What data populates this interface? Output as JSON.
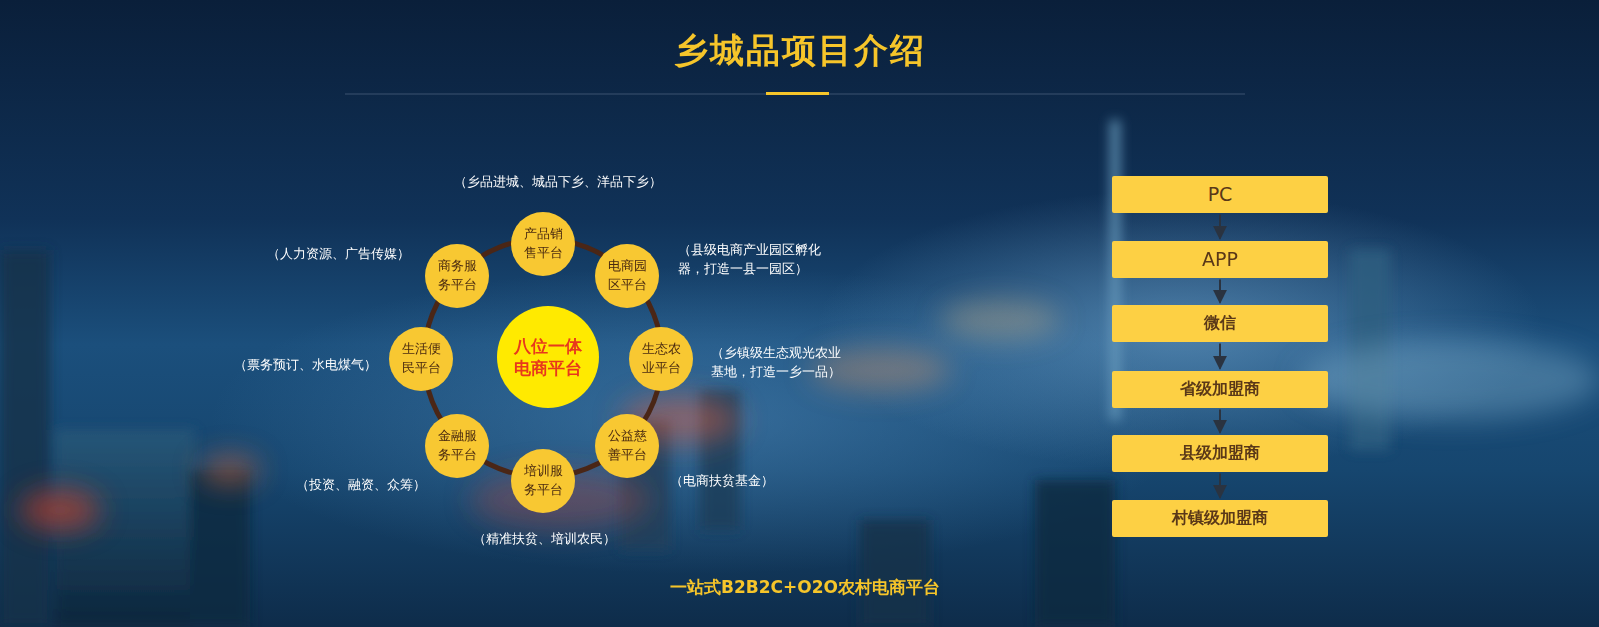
{
  "diagram": {
    "title": "乡城品项目介绍",
    "caption": "一站式B2B2C+O2O农村电商平台",
    "nodes": [
      {
        "text": [
          "八位一体 电商平台"
        ]
      },
      {
        "text": [
          "产品销 售平台"
        ]
      },
      {
        "text": [
          "电商园 区平台"
        ]
      },
      {
        "text": [
          "生态农 业平台"
        ]
      },
      {
        "text": [
          "公益慈 善平台"
        ]
      },
      {
        "text": [
          "培训服 务平台"
        ]
      },
      {
        "text": [
          "金融服 务平台"
        ]
      },
      {
        "text": [
          "生活便 民平台"
        ]
      },
      {
        "text": [
          "商务服 务平台"
        ]
      },
      {
        "text": [
          "PC"
        ]
      },
      {
        "text": [
          "APP"
        ]
      },
      {
        "text": [
          "微信"
        ]
      },
      {
        "text": [
          "省级加盟商"
        ]
      },
      {
        "text": [
          "县级加盟商"
        ]
      },
      {
        "text": [
          "村镇级加盟商"
        ]
      }
    ],
    "edges": [
      {
        "from": 9,
        "to": 10,
        "arrow": "to"
      },
      {
        "from": 10,
        "to": 11,
        "arrow": "to"
      },
      {
        "from": 11,
        "to": 12,
        "arrow": "to"
      },
      {
        "from": 12,
        "to": 13,
        "arrow": "to"
      },
      {
        "from": 13,
        "to": 14,
        "arrow": "to"
      }
    ],
    "labels": [
      "（乡品进城、城品下乡、洋品下乡）",
      "（县级电商产业园区孵化 器，打造一县一园区）",
      "（乡镇级生态观光农业 基地，打造一乡一品）",
      "（电商扶贫基金）",
      "（精准扶贫、培训农民）",
      "（投资、融资、众筹）",
      "（票务预订、水电煤气）",
      "（人力资源、广告传媒）"
    ]
  }
}
